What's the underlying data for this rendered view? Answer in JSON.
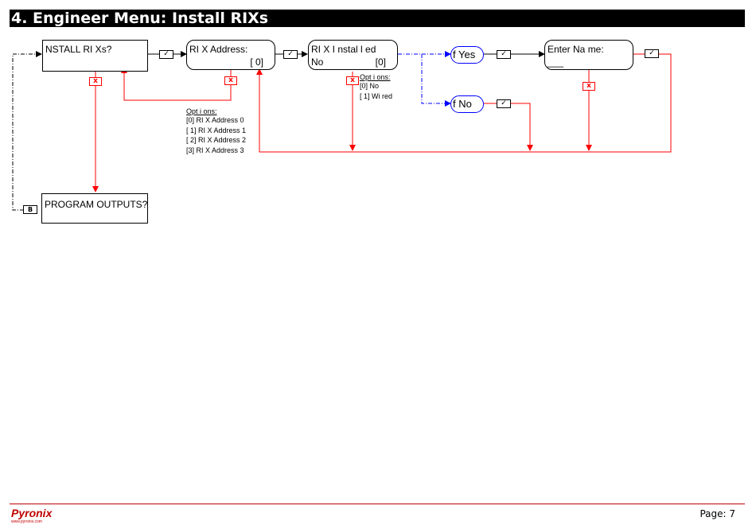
{
  "header": {
    "title": "4. Engineer Menu: Install RIXs"
  },
  "boxes": {
    "install": {
      "label": "NSTALL RI Xs?"
    },
    "address": {
      "label": "RI X Address:",
      "value": "[ 0]"
    },
    "installed": {
      "label": "RI X I nstal l ed",
      "sub": "No",
      "value": "[0]"
    },
    "enter_name": {
      "label": "Enter  Na me:",
      "sub": "___"
    },
    "program_outputs": {
      "label": "PROGRAM OUTPUTS?"
    }
  },
  "ovals": {
    "yes": "f  Yes",
    "no": "f  No"
  },
  "chips": {
    "tick": "✓",
    "cross": "x",
    "b": "B"
  },
  "address_options": {
    "header": "Opt i ons:",
    "items": [
      "[0] RI X Address 0",
      "[ 1] RI X Address 1",
      "[ 2] RI X Address 2",
      "[3] RI X Address 3"
    ]
  },
  "installed_options": {
    "header": "Opt i ons:",
    "items": [
      "[0]  No",
      "[ 1]  Wi red"
    ]
  },
  "colors": {
    "no_path": "#ff0000",
    "yes_path": "#000000",
    "condition_path": "#0000ff"
  },
  "footer": {
    "brand": "Pyronix",
    "url": "www.pyronix.com",
    "page": "Page: 7"
  }
}
